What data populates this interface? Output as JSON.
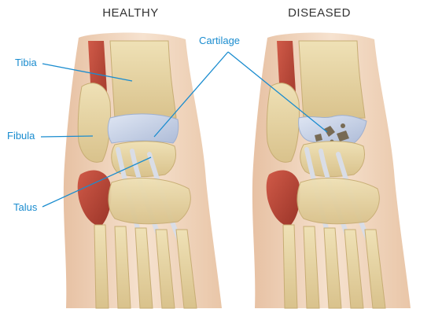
{
  "headings": {
    "left": "HEALTHY",
    "right": "DISEASED"
  },
  "labels": {
    "tibia": "Tibia",
    "fibula": "Fibula",
    "talus": "Talus",
    "cartilage": "Cartilage"
  },
  "colors": {
    "label": "#1a8ccf",
    "leader_line": "#1a8ccf",
    "heading": "#333333",
    "skin": "#f3d9c2",
    "bone": "#e8d7a8",
    "muscle": "#b84a3c",
    "cartilage": "#c9d3e6"
  }
}
